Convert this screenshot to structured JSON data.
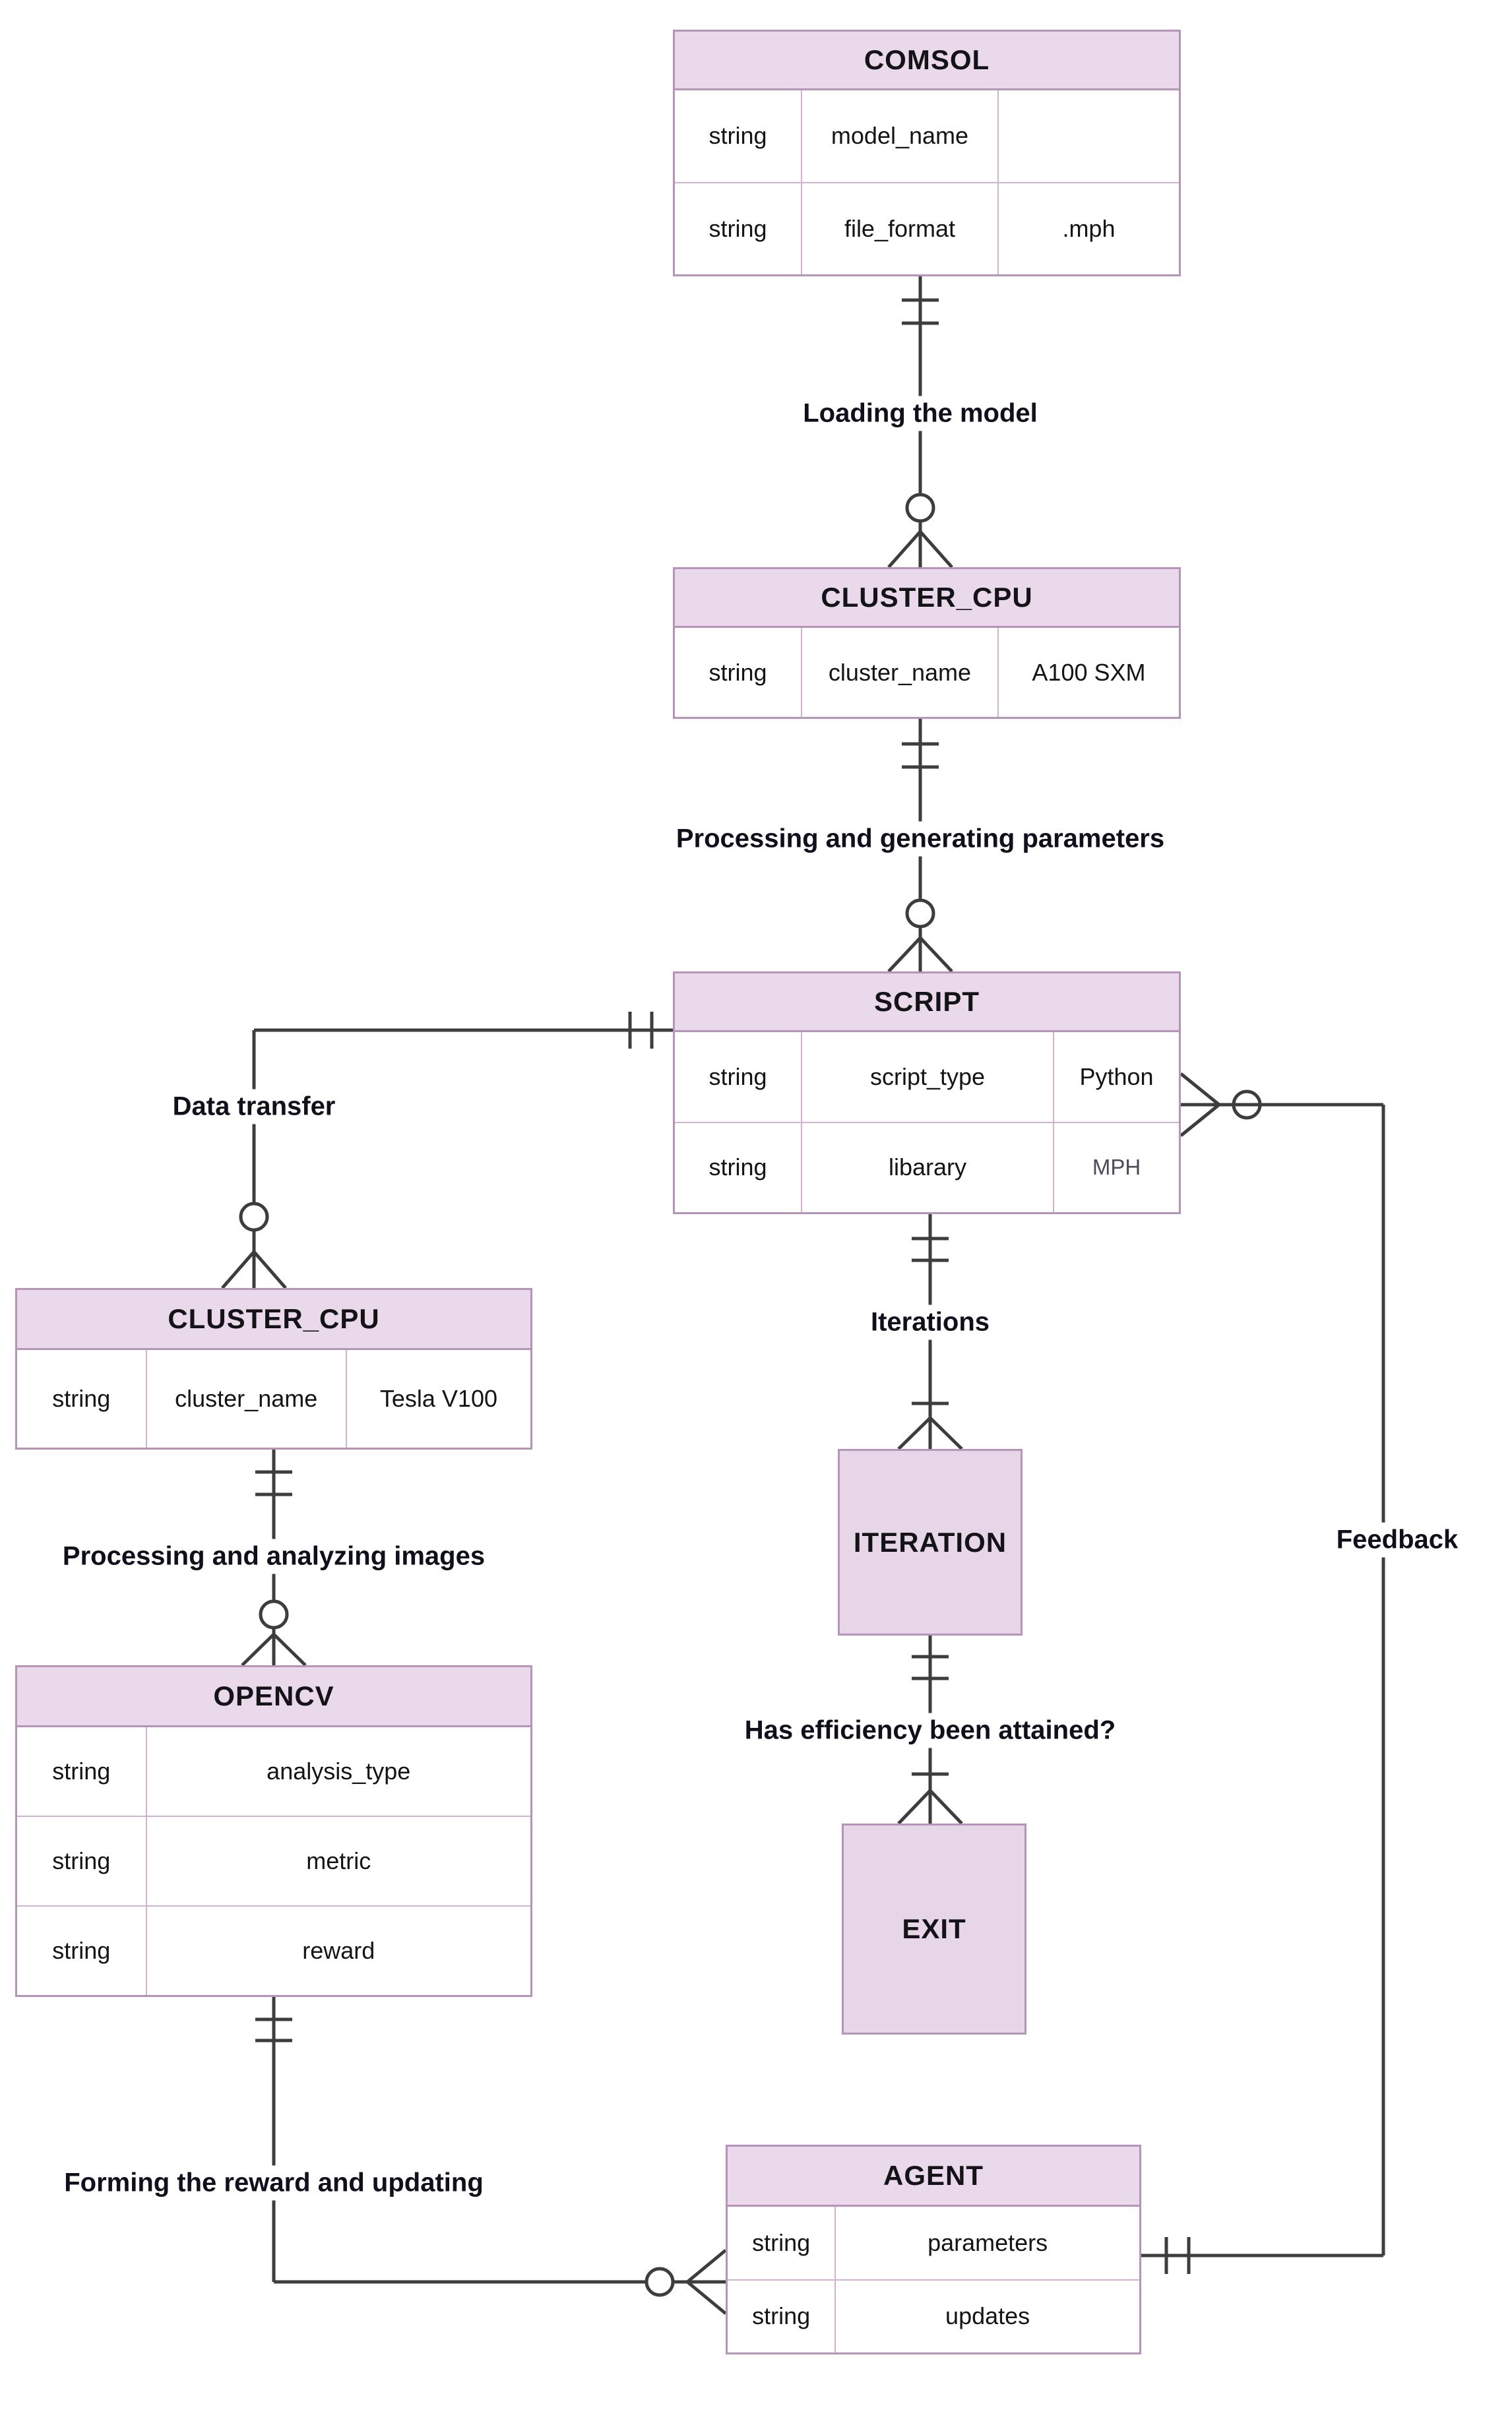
{
  "diagram_title": "COMSOL simulation optimization ER diagram",
  "colors": {
    "header_fill": "#e9d9eb",
    "box_fill": "#e6d6e8",
    "table_border": "#b793b9",
    "connector_line": "#3d3d3d",
    "background": "#ffffff"
  },
  "entities": {
    "comsol": {
      "title": "COMSOL",
      "rows": [
        [
          "string",
          "model_name",
          ""
        ],
        [
          "string",
          "file_format",
          ".mph"
        ]
      ]
    },
    "cluster_cpu_1": {
      "title": "CLUSTER_CPU",
      "rows": [
        [
          "string",
          "cluster_name",
          "A100 SXM"
        ]
      ]
    },
    "script": {
      "title": "SCRIPT",
      "rows": [
        [
          "string",
          "script_type",
          "Python"
        ],
        [
          "string",
          "libarary",
          "MPH"
        ]
      ]
    },
    "cluster_cpu_2": {
      "title": "CLUSTER_CPU",
      "rows": [
        [
          "string",
          "cluster_name",
          "Tesla V100"
        ]
      ]
    },
    "opencv": {
      "title": "OPENCV",
      "rows": [
        [
          "string",
          "analysis_type"
        ],
        [
          "string",
          "metric"
        ],
        [
          "string",
          "reward"
        ]
      ]
    },
    "iteration": {
      "title": "ITERATION"
    },
    "exit": {
      "title": "EXIT"
    },
    "agent": {
      "title": "AGENT",
      "rows": [
        [
          "string",
          "parameters"
        ],
        [
          "string",
          "updates"
        ]
      ]
    }
  },
  "labels": {
    "loading": "Loading the model",
    "processing_generating": "Processing and generating parameters",
    "data_transfer": "Data transfer",
    "processing_analyzing": "Processing and analyzing images",
    "iterations": "Iterations",
    "efficiency": "Has efficiency been attained?",
    "forming": "Forming the reward and updating",
    "feedback": "Feedback"
  }
}
